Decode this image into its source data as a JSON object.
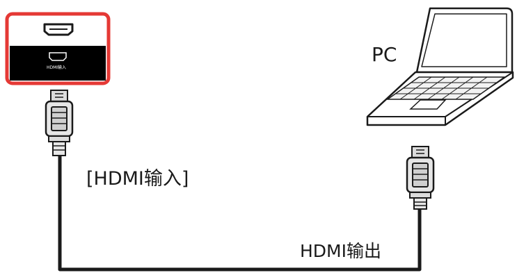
{
  "labels": {
    "pc": "PC",
    "input_port": "[HDMI输入]",
    "output_port": "HDMI输出",
    "panel_port": "HDMI输入"
  },
  "icons": {
    "panel": "hdmi-port-icon",
    "laptop": "laptop-icon",
    "plug": "hdmi-plug-icon"
  },
  "colors": {
    "highlight": "#e53935",
    "panel_dark": "#000000",
    "line": "#1a1a1a"
  }
}
